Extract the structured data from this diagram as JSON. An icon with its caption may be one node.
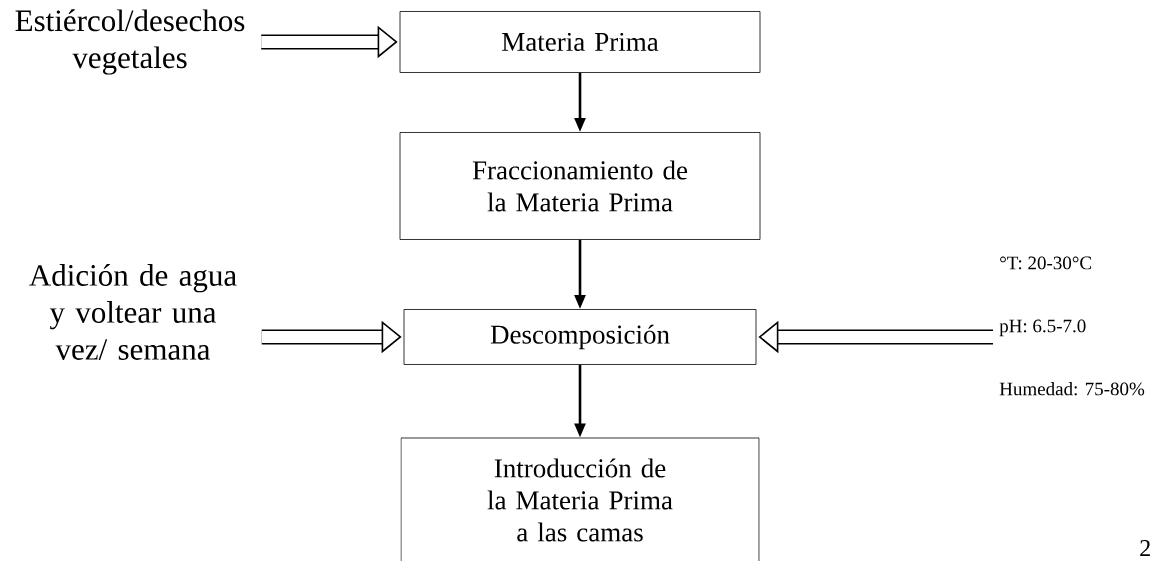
{
  "diagram": {
    "nodes": [
      {
        "text": [
          "Estiércol/desechos vegetales"
        ]
      },
      {
        "text": [
          "Materia Prima"
        ]
      },
      {
        "text": [
          "Fraccionamiento de la Materia Prima"
        ]
      },
      {
        "text": [
          "Adición de agua y voltear una vez/ semana"
        ]
      },
      {
        "text": [
          "Descomposición"
        ]
      },
      {
        "text": [
          "°T: 20-30°C",
          "pH: 6.5-7.0",
          "Humedad: 75-80%"
        ]
      },
      {
        "text": [
          "Introducción de la Materia Prima a las camas"
        ]
      }
    ],
    "edges": [
      {
        "from": 0,
        "to": 1,
        "arrow": "to",
        "style": "thick"
      },
      {
        "from": 1,
        "to": 2,
        "arrow": "to"
      },
      {
        "from": 2,
        "to": 4,
        "arrow": "to"
      },
      {
        "from": 3,
        "to": 4,
        "arrow": "to",
        "style": "thick"
      },
      {
        "from": 5,
        "to": 4,
        "arrow": "to",
        "style": "thick"
      },
      {
        "from": 4,
        "to": 6,
        "arrow": "to"
      }
    ],
    "labels": [
      "2"
    ]
  }
}
